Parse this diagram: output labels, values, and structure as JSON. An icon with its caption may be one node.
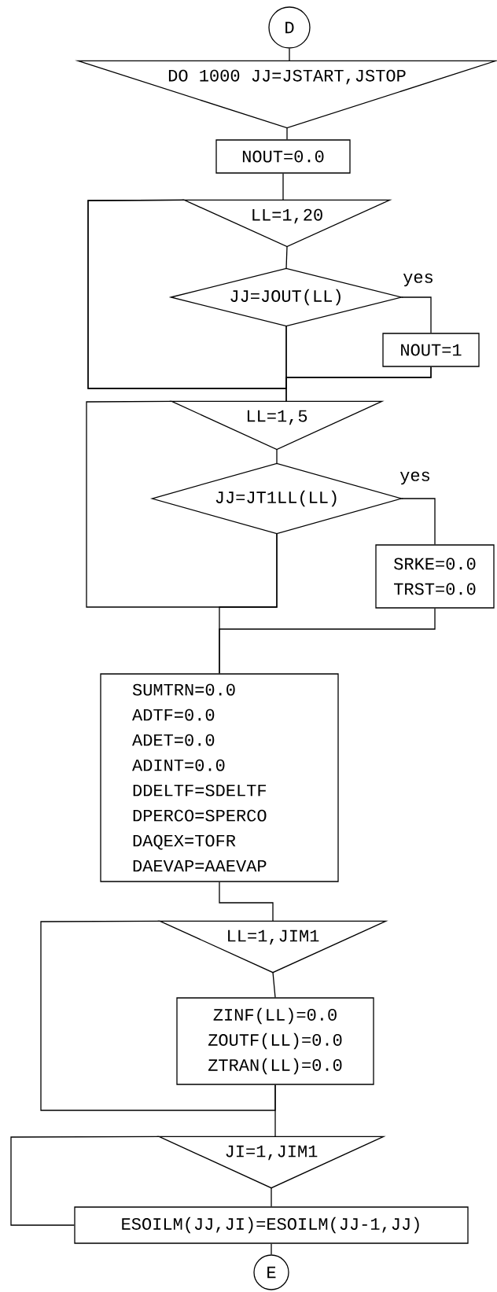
{
  "diagram": {
    "nodes": [
      {
        "text": [
          "D"
        ]
      },
      {
        "text": [
          "DO 1000 JJ=JSTART,JSTOP"
        ]
      },
      {
        "text": [
          "NOUT=0.0"
        ]
      },
      {
        "text": [
          "LL=1,20"
        ]
      },
      {
        "text": [
          "JJ=JOUT(LL)"
        ]
      },
      {
        "text": [
          "NOUT=1"
        ]
      },
      {
        "text": [
          "LL=1,5"
        ]
      },
      {
        "text": [
          "JJ=JT1LL(LL)"
        ]
      },
      {
        "text": [
          "SRKE=0.0",
          "TRST=0.0"
        ]
      },
      {
        "text": [
          "SUMTRN=0.0",
          "ADTF=0.0",
          "ADET=0.0",
          "ADINT=0.0",
          "DDELTF=SDELTF",
          "DPERCO=SPERCO",
          "DAQEX=TOFR",
          "DAEVAP=AAEVAP"
        ]
      },
      {
        "text": [
          "LL=1,JIM1"
        ]
      },
      {
        "text": [
          "ZINF(LL)=0.0",
          "ZOUTF(LL)=0.0",
          "ZTRAN(LL)=0.0"
        ]
      },
      {
        "text": [
          "JI=1,JIM1"
        ]
      },
      {
        "text": [
          "ESOILM(JJ,JI)=ESOILM(JJ-1,JJ)"
        ]
      },
      {
        "text": [
          "E"
        ]
      }
    ],
    "edges": [
      {
        "from": 0,
        "to": 1,
        "arrow": "none"
      },
      {
        "from": 1,
        "to": 2,
        "arrow": "none"
      },
      {
        "from": 2,
        "to": 3,
        "arrow": "none"
      },
      {
        "from": 3,
        "to": 4,
        "arrow": "none"
      },
      {
        "from": 4,
        "to": 5,
        "arrow": "none",
        "label": "yes"
      },
      {
        "from": 4,
        "to": 6,
        "arrow": "none"
      },
      {
        "from": 5,
        "to": 6,
        "arrow": "none"
      },
      {
        "from": 4,
        "to": 3,
        "arrow": "none"
      },
      {
        "from": 5,
        "to": 3,
        "arrow": "none"
      },
      {
        "from": 6,
        "to": 7,
        "arrow": "none"
      },
      {
        "from": 7,
        "to": 8,
        "arrow": "none",
        "label": "yes"
      },
      {
        "from": 7,
        "to": 6,
        "arrow": "none"
      },
      {
        "from": 7,
        "to": 9,
        "arrow": "none"
      },
      {
        "from": 8,
        "to": 9,
        "arrow": "none"
      },
      {
        "from": 9,
        "to": 10,
        "arrow": "none"
      },
      {
        "from": 10,
        "to": 11,
        "arrow": "none"
      },
      {
        "from": 11,
        "to": 10,
        "arrow": "none"
      },
      {
        "from": 11,
        "to": 12,
        "arrow": "none"
      },
      {
        "from": 12,
        "to": 13,
        "arrow": "none"
      },
      {
        "from": 13,
        "to": 12,
        "arrow": "none"
      },
      {
        "from": 13,
        "to": 14,
        "arrow": "none"
      }
    ]
  }
}
